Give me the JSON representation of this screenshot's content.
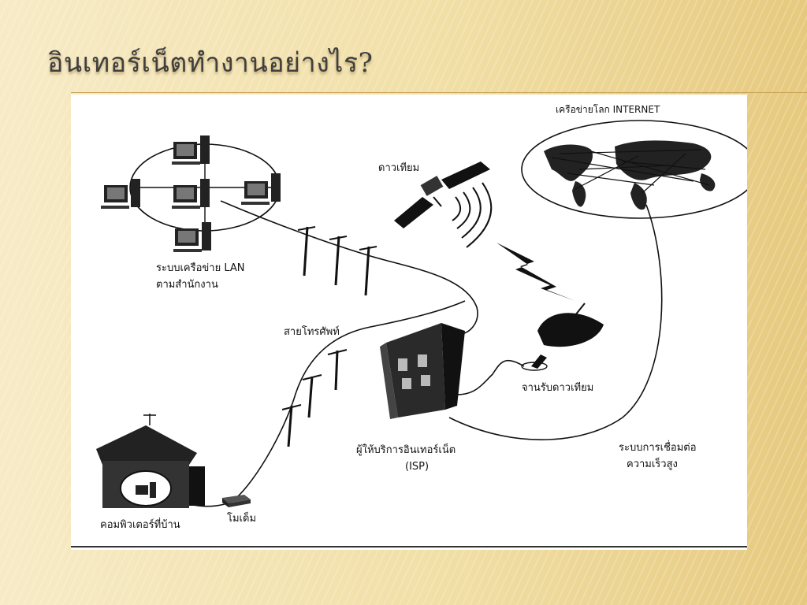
{
  "slide": {
    "title": "อินเทอร์เน็ตทำงานอย่างไร?"
  },
  "diagram": {
    "labels": {
      "internet_line1": "เครือข่ายโลก INTERNET",
      "satellite": "ดาวเทียม",
      "lan_line1": "ระบบเครือข่าย LAN",
      "lan_line2": "ตามสำนักงาน",
      "phone_line": "สายโทรศัพท์",
      "dish": "จานรับดาวเทียม",
      "isp_line1": "ผู้ให้บริการอินเทอร์เน็ต",
      "isp_line2": "(ISP)",
      "highspeed_line1": "ระบบการเชื่อมต่อ",
      "highspeed_line2": "ความเร็วสูง",
      "home_computer": "คอมพิวเตอร์ที่บ้าน",
      "modem": "โมเด็ม"
    },
    "icons": [
      "office-lan-network",
      "satellite-icon",
      "globe-internet-icon",
      "signal-waves-icon",
      "lightning-icon",
      "satellite-dish-icon",
      "isp-building-icon",
      "telephone-pole-icon",
      "house-icon",
      "modem-icon"
    ]
  }
}
